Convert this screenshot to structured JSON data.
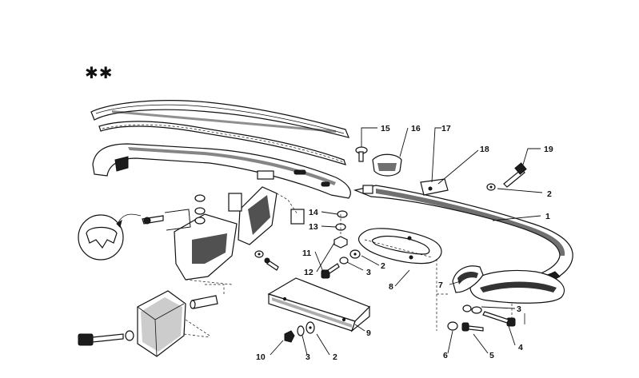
{
  "diagram": {
    "header_glyphs": "✱✱",
    "callouts": [
      {
        "id": "1",
        "text": "1"
      },
      {
        "id": "2a",
        "text": "2"
      },
      {
        "id": "2b",
        "text": "2"
      },
      {
        "id": "2c",
        "text": "2"
      },
      {
        "id": "3a",
        "text": "3"
      },
      {
        "id": "3b",
        "text": "3"
      },
      {
        "id": "3c",
        "text": "3"
      },
      {
        "id": "4",
        "text": "4"
      },
      {
        "id": "5",
        "text": "5"
      },
      {
        "id": "6",
        "text": "6"
      },
      {
        "id": "7",
        "text": "7"
      },
      {
        "id": "8",
        "text": "8"
      },
      {
        "id": "9",
        "text": "9"
      },
      {
        "id": "10",
        "text": "10"
      },
      {
        "id": "11",
        "text": "11"
      },
      {
        "id": "12",
        "text": "12"
      },
      {
        "id": "13",
        "text": "13"
      },
      {
        "id": "14",
        "text": "14"
      },
      {
        "id": "15",
        "text": "15"
      },
      {
        "id": "16",
        "text": "16"
      },
      {
        "id": "17",
        "text": "17"
      },
      {
        "id": "18",
        "text": "18"
      },
      {
        "id": "19",
        "text": "19"
      }
    ]
  }
}
